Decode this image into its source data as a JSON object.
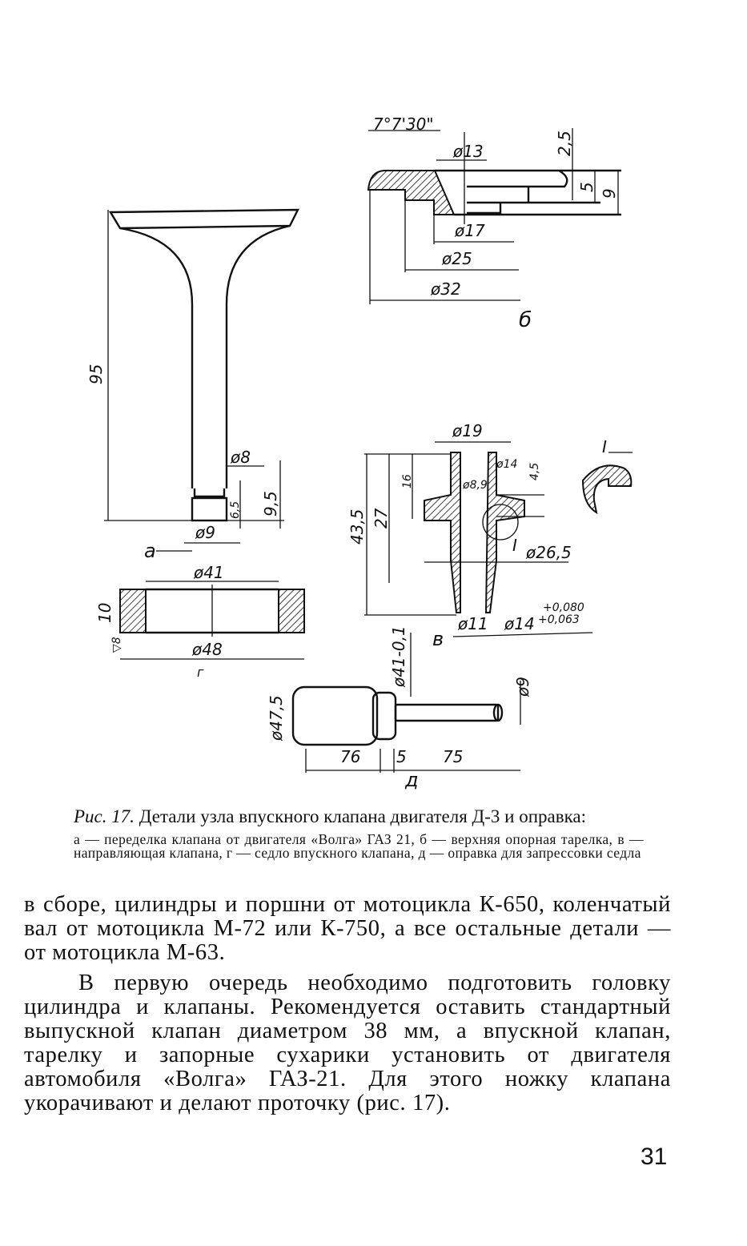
{
  "figure": {
    "part_a": {
      "letter": "а",
      "dim_95": "95",
      "dim_d8": "ø8",
      "dim_6_5": "6,5",
      "dim_9_5": "9,5",
      "dim_d9": "ø9"
    },
    "part_b": {
      "letter": "б",
      "angle": "7°7'30\"",
      "dim_d13": "ø13",
      "dim_d17": "ø17",
      "dim_d25": "ø25",
      "dim_d32": "ø32",
      "dim_2_5": "2,5",
      "dim_5": "5",
      "dim_9": "9"
    },
    "part_v": {
      "letter": "в",
      "dim_d19": "ø19",
      "dim_d14top": "ø14",
      "dim_d8_9": "ø8,9",
      "dim_4_5": "4,5",
      "dim_16": "16",
      "dim_27": "27",
      "dim_43_5": "43,5",
      "detail_mark": "I",
      "dim_d26_5": "ø26,5",
      "dim_d11": "ø11",
      "dim_d14": "ø14",
      "tol_upper": "+0,080",
      "tol_lower": "+0,063"
    },
    "detail": {
      "label": "I"
    },
    "part_g": {
      "letter": "г",
      "dim_d41": "ø41",
      "dim_d48": "ø48",
      "dim_10": "10",
      "rough": "▽8"
    },
    "part_d": {
      "letter": "д",
      "dim_d47_5": "ø47,5",
      "dim_d41": "ø41-0,1",
      "dim_d9": "ø9",
      "dim_76": "76",
      "dim_5": "5",
      "dim_75": "75"
    }
  },
  "caption": {
    "prefix": "Рис. 17.",
    "title": "Детали узла впускного клапана двигателя Д-3 и оправка:",
    "legend": "а — переделка клапана от двигателя «Волга» ГАЗ 21, б — верхняя опорная тарелка, в — направляющая клапана, г — седло впускного клапана, д — оправка для запрессовки седла"
  },
  "body": {
    "p1": "в сборе, цилиндры и поршни от мотоцикла К-650, коленчатый вал от мотоцикла М-72 или К-750, а все остальные детали — от мотоцикла М-63.",
    "p2": "В первую очередь необходимо подготовить головку цилиндра и клапаны. Рекомендуется оставить стандартный выпускной клапан диаметром 38 мм, а впускной клапан, тарелку и запорные сухарики установить от двигателя автомобиля «Волга» ГАЗ-21. Для этого ножку клапана укорачивают и делают проточку (рис. 17)."
  },
  "page_number": "31"
}
